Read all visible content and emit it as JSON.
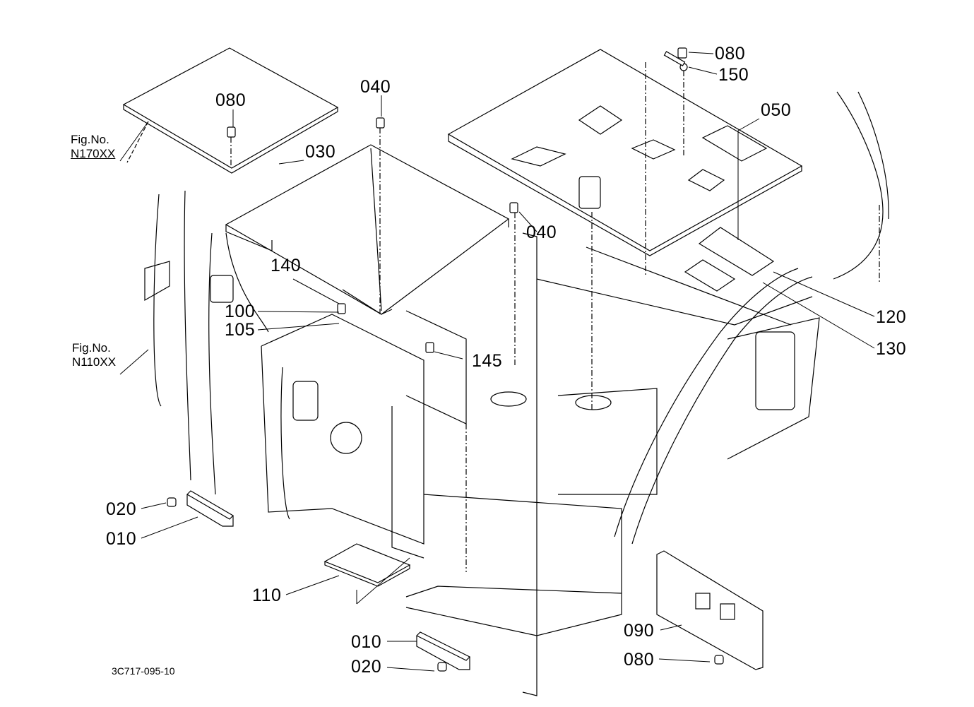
{
  "diagram": {
    "drawing_code": "3C717-095-10",
    "figure_refs": [
      {
        "prefix": "Fig.No.",
        "code": "N170XX"
      },
      {
        "prefix": "Fig.No.",
        "code": "N110XX"
      }
    ],
    "callouts": [
      {
        "id": "c-080-top",
        "label": "080"
      },
      {
        "id": "c-150",
        "label": "150"
      },
      {
        "id": "c-050",
        "label": "050"
      },
      {
        "id": "c-080-left",
        "label": "080"
      },
      {
        "id": "c-040-a",
        "label": "040"
      },
      {
        "id": "c-030",
        "label": "030"
      },
      {
        "id": "c-040-b",
        "label": "040"
      },
      {
        "id": "c-140",
        "label": "140"
      },
      {
        "id": "c-100",
        "label": "100"
      },
      {
        "id": "c-105",
        "label": "105"
      },
      {
        "id": "c-145",
        "label": "145"
      },
      {
        "id": "c-120",
        "label": "120"
      },
      {
        "id": "c-130",
        "label": "130"
      },
      {
        "id": "c-020-left",
        "label": "020"
      },
      {
        "id": "c-010-left",
        "label": "010"
      },
      {
        "id": "c-110",
        "label": "110"
      },
      {
        "id": "c-010-bottom",
        "label": "010"
      },
      {
        "id": "c-020-bottom",
        "label": "020"
      },
      {
        "id": "c-090",
        "label": "090"
      },
      {
        "id": "c-080-bottom",
        "label": "080"
      }
    ]
  }
}
